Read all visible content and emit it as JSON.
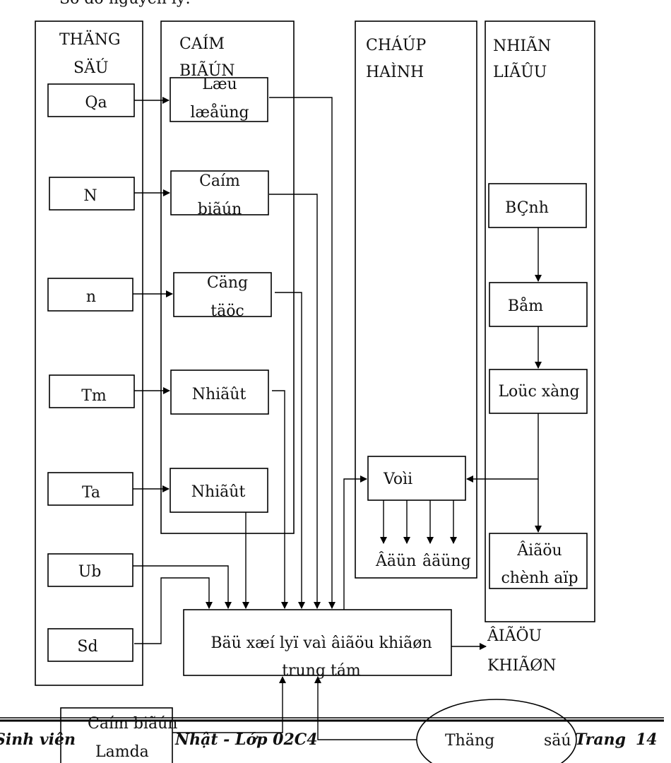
{
  "caption": "Sơ đồ nguyên lý:",
  "columns": {
    "sensors_signal": [
      "THÄNG",
      "SÄÚ"
    ],
    "sensors": [
      "CAÍM",
      "BIÃÚN"
    ],
    "actuator": [
      "CHÁÚP",
      "HAÌNH"
    ],
    "fuel": [
      "NHIÃN",
      "LIÃÛU"
    ]
  },
  "signals": {
    "qa": "Qa",
    "n_upper": "N",
    "n_lower": "n",
    "tm": "Tm",
    "ta": "Ta",
    "ub": "Ub",
    "sd": "Sd"
  },
  "sensor_boxes": {
    "flow": [
      "Læu",
      "læåüng"
    ],
    "sensor": [
      "Caím",
      "biãún"
    ],
    "speed": [
      "Cäng",
      "täöc"
    ],
    "temp1": "Nhiãût",
    "temp2": "Nhiãût"
  },
  "fuel_boxes": {
    "tank": "BÇnh",
    "pump": "Båm",
    "filter": "Loüc xàng",
    "regulator": [
      "Âiãöu",
      "chènh aïp"
    ]
  },
  "injector": "Voìi",
  "engine": [
    "Âäün",
    "âäüng"
  ],
  "ecu": [
    "Bäü xæí lyï vaì âiãöu khiãøn",
    "trung tám"
  ],
  "control": [
    "ÂIÃÖU",
    "KHIÃØN"
  ],
  "lambda": [
    "Caím biãún",
    "Lamda"
  ],
  "oval": {
    "left": "Thäng",
    "right": "säú"
  },
  "footer": {
    "left": "Sinh viên",
    "mid": "Nhật - Lớp 02C4",
    "right": "Trang",
    "page": "14"
  }
}
